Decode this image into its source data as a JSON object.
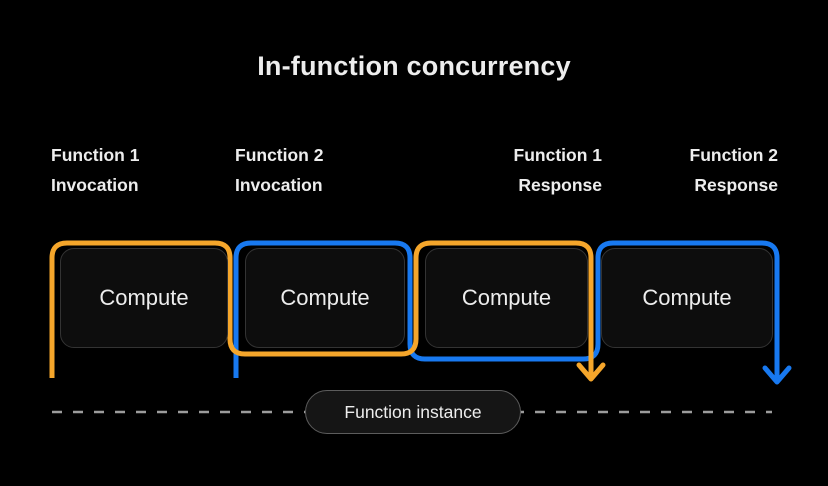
{
  "title": "In-function concurrency",
  "columns": [
    {
      "line1": "Function 1",
      "line2": "Invocation"
    },
    {
      "line1": "Function 2",
      "line2": "Invocation"
    },
    {
      "line1": "Function 1",
      "line2": "Response"
    },
    {
      "line1": "Function 2",
      "line2": "Response"
    }
  ],
  "boxes": [
    {
      "label": "Compute"
    },
    {
      "label": "Compute"
    },
    {
      "label": "Compute"
    },
    {
      "label": "Compute"
    }
  ],
  "instance_pill": {
    "label": "Function instance"
  },
  "colors": {
    "orange": "#F5A62B",
    "blue": "#1879F0",
    "background": "#000000",
    "box_fill": "#0D0D0D",
    "box_border": "#333333",
    "dash": "#9C9C9C",
    "pill_fill": "#151515",
    "pill_border": "#5C5C5C",
    "text": "#EDEDED"
  }
}
